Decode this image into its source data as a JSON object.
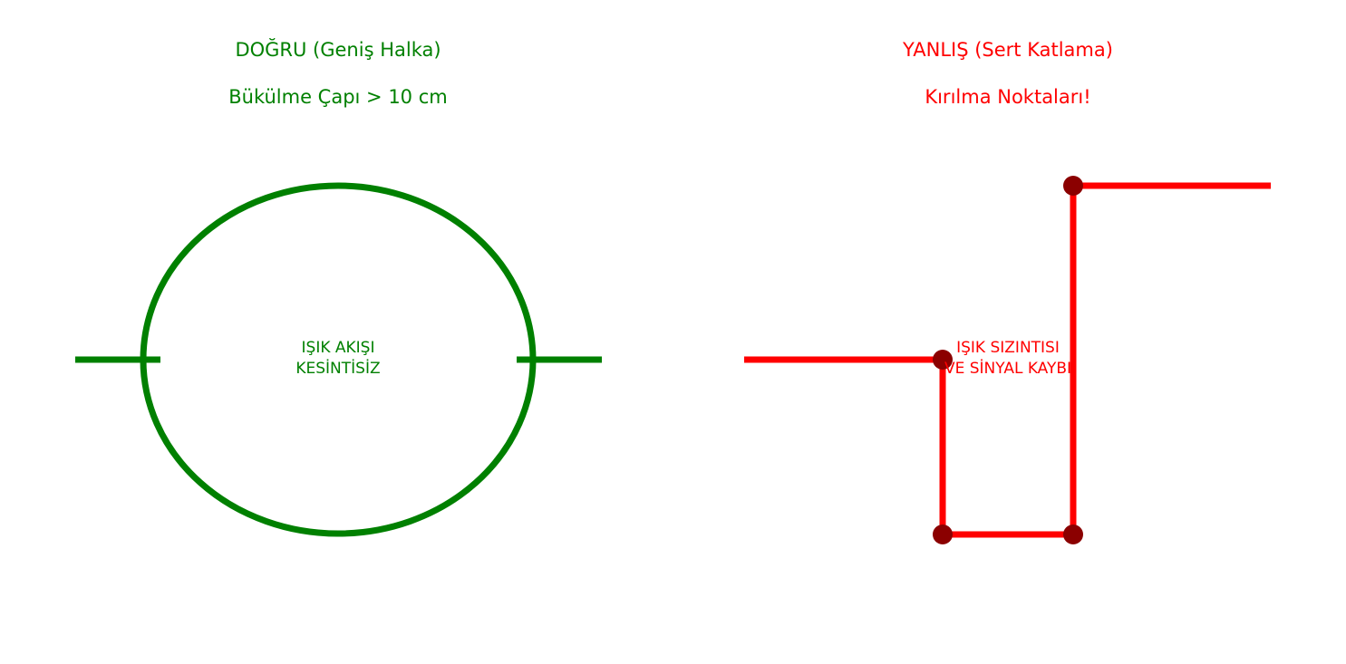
{
  "correct": {
    "title_line1": "DOĞRU (Geniş Halka)",
    "title_line2": "Bükülme Çapı > 10 cm",
    "center_label": "IŞIK AKIŞI\nKESİNTİSİZ",
    "color": "#008000"
  },
  "wrong": {
    "title_line1": "YANLIŞ (Sert Katlama)",
    "title_line2": "Kırılma Noktaları!",
    "center_label": "IŞIK SIZINTISI\nVE SİNYAL KAYBI",
    "color": "#ff0000",
    "break_point_color": "#8b0000",
    "break_point_count": 4
  }
}
